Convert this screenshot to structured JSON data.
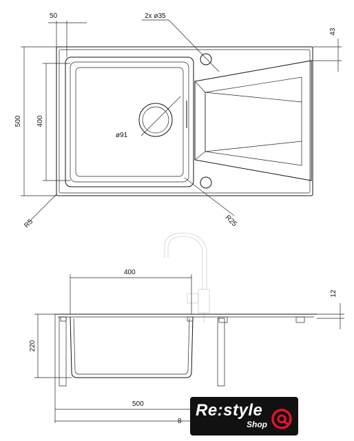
{
  "dimensions": {
    "top_offset": "50",
    "holes": "2x ø35",
    "right_height": "43",
    "total_height": "500",
    "bowl_height": "400",
    "drain": "ø91",
    "corner_small": "R5",
    "corner_bowl": "R25",
    "bowl_width_side": "400",
    "rim_thickness": "12",
    "depth": "220",
    "bottom_width": "500",
    "cut_off_width": "8"
  },
  "logo": {
    "brand": "Re:style",
    "sub": "Shop"
  },
  "colors": {
    "logo_bg": "#111111",
    "logo_accent": "#e8112d",
    "line": "#111111"
  }
}
